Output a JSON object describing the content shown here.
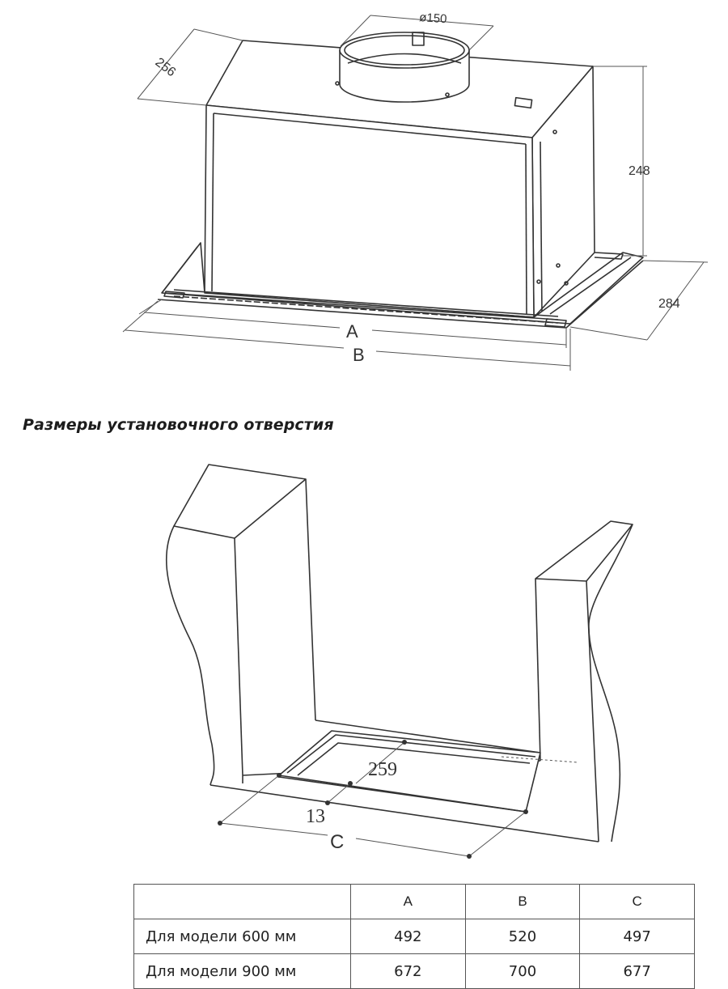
{
  "hood_diagram": {
    "label_duct": "ø150",
    "label_depth_top": "256",
    "label_height": "248",
    "label_depth_bottom": "284",
    "label_a": "A",
    "label_b": "B"
  },
  "cutout_section": {
    "heading": "Размеры установочного отверстия",
    "label_259": "259",
    "label_13": "13",
    "label_c": "C"
  },
  "table": {
    "headers": [
      "",
      "A",
      "B",
      "C"
    ],
    "rows": [
      {
        "model": "Для модели 600 мм",
        "a": "492",
        "b": "520",
        "c": "497"
      },
      {
        "model": "Для модели 900 мм",
        "a": "672",
        "b": "700",
        "c": "677"
      }
    ]
  },
  "colors": {
    "line": "#333333",
    "background": "#ffffff"
  }
}
